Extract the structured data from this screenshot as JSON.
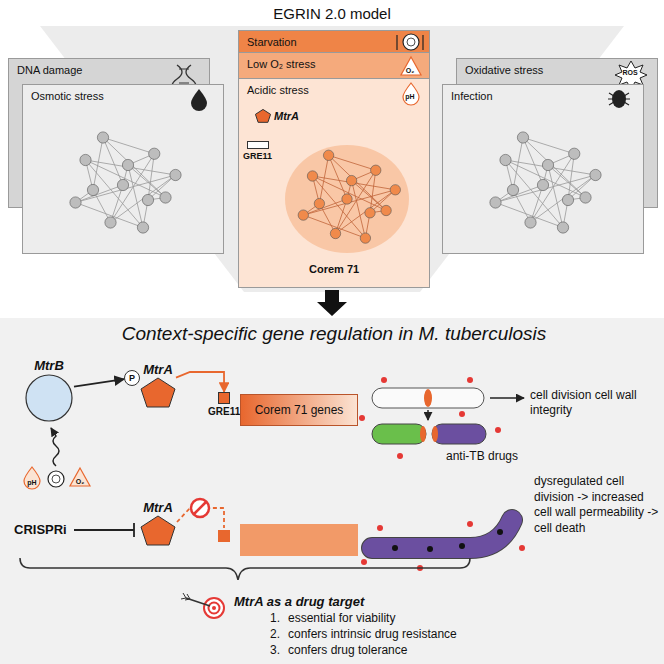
{
  "diagram": {
    "title": "EGRIN 2.0 model",
    "nodes": [
      {
        "text": [
          "DNA damage"
        ]
      },
      {
        "text": [
          "Osmotic stress"
        ]
      },
      {
        "text": [
          "Starvation"
        ]
      },
      {
        "text": [
          "Low O₂ stress"
        ]
      },
      {
        "text": [
          "Acidic stress"
        ]
      },
      {
        "text": [
          "MtrA"
        ],
        "in": 4
      },
      {
        "text": [
          "GRE11"
        ],
        "in": 4
      },
      {
        "text": [
          "Corem 71"
        ],
        "in": 4
      },
      {
        "text": [
          "Oxidative stress"
        ]
      },
      {
        "text": [
          "Infection"
        ]
      },
      {
        "text": [
          "Context-specific gene regulation in M. tuberculosis"
        ]
      },
      {
        "text": [
          "MtrB"
        ],
        "in": 10
      },
      {
        "text": [
          "P"
        ],
        "in": 10
      },
      {
        "text": [
          "MtrA"
        ],
        "in": 10
      },
      {
        "text": [
          "GRE11"
        ],
        "in": 10
      },
      {
        "text": [
          "Corem 71 genes"
        ],
        "in": 10
      },
      {
        "text": [
          "MtrA"
        ],
        "in": 10
      }
    ],
    "edges": [
      {
        "from": 11,
        "to": 12,
        "arrow": "to"
      },
      {
        "from": 13,
        "to": 14,
        "arrow": "to"
      }
    ],
    "labels": [
      "ROS",
      "O₂",
      "pH",
      "pH",
      "O₂",
      "CRISPRi",
      "cell division cell wall integrity",
      "anti-TB drugs",
      "dysregulated cell division -> increased cell wall permeability -> cell death",
      "MtrA as a drug target",
      "1.",
      "essential for viability",
      "2.",
      "confers intrinsic drug resistance",
      "3.",
      "confers drug tolerance"
    ]
  }
}
